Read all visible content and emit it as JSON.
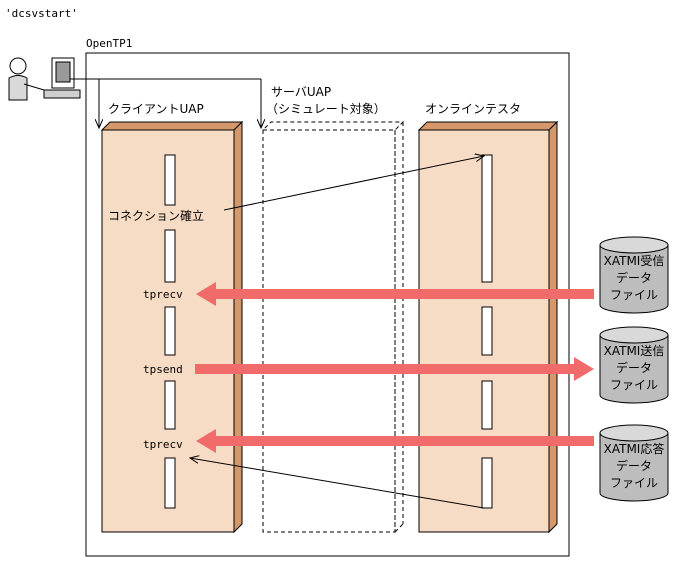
{
  "command": "'dcsvstart'",
  "system": {
    "label": "OpenTP1"
  },
  "client": {
    "label": "クライアントUAP"
  },
  "server": {
    "line1": "サーバUAP",
    "line2": "（シミュレート対象）"
  },
  "tester": {
    "label": "オンラインテスタ"
  },
  "calls": {
    "connect": "コネクション確立",
    "recv1": "tprecv",
    "send": "tpsend",
    "recv2": "tprecv"
  },
  "files": [
    {
      "line1": "XATMI受信",
      "line2": "データ",
      "line3": "ファイル"
    },
    {
      "line1": "XATMI送信",
      "line2": "データ",
      "line3": "ファイル"
    },
    {
      "line1": "XATMI応答",
      "line2": "データ",
      "line3": "ファイル"
    }
  ],
  "colors": {
    "lifeline_fill": "#f7dcc5",
    "lifeline_side": "#d5986b",
    "data_arrow": "#f26b6b",
    "disk_gray": "#bdbdbd"
  }
}
